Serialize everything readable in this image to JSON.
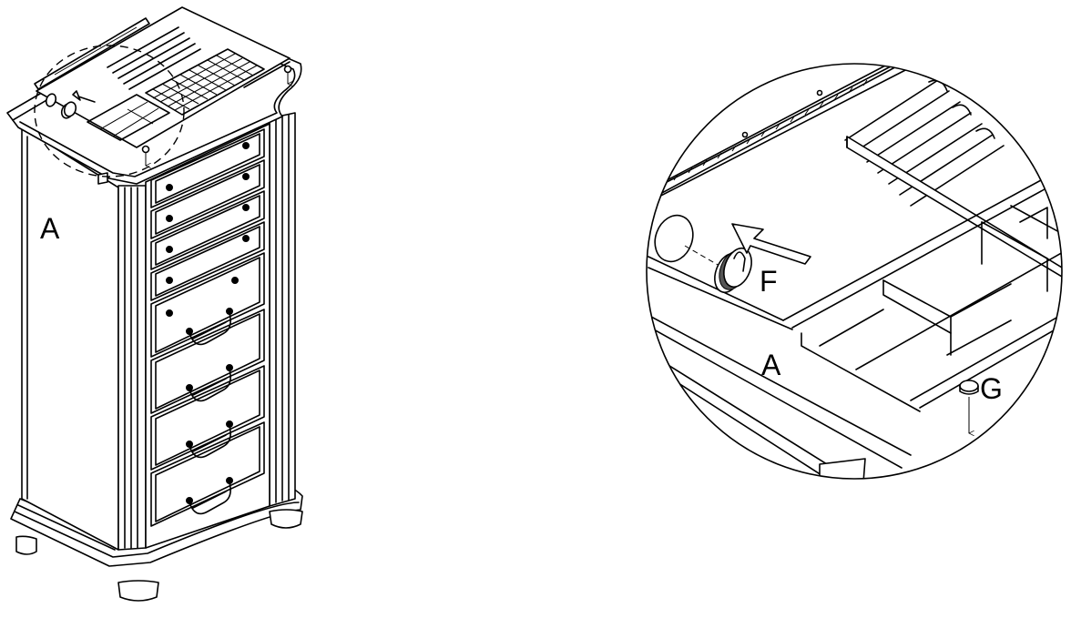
{
  "diagram": {
    "labels": {
      "cabinet_side": "A",
      "detail_side": "A",
      "part_f": "F",
      "part_g": "G"
    }
  }
}
